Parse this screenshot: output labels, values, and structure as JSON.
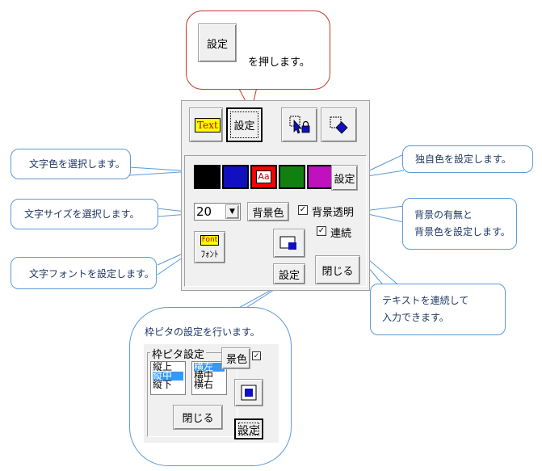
{
  "top_callout": {
    "button_label": "設定",
    "text": "を押します。"
  },
  "toolbar": {
    "text_button": "Text",
    "settings_button": "設定"
  },
  "colors": {
    "swatches": [
      "#000000",
      "#1010c0",
      "#ff0000",
      "#108010",
      "#c010c0"
    ],
    "aa_label": "Aa",
    "custom_button": "設定"
  },
  "font_size": {
    "value": "20",
    "arrow": "▼"
  },
  "bg_color_button": "背景色",
  "bg_transparent": {
    "label": "背景透明",
    "checked": true
  },
  "continuous": {
    "label": "連続",
    "checked": true
  },
  "font_button": {
    "badge": "Font",
    "label": "ﾌｫﾝﾄ"
  },
  "frame_settings_button": "設定",
  "close_button": "閉じる",
  "callouts": {
    "text_color": "文字色を選択します。",
    "custom_color": "独自色を設定します。",
    "text_size": "文字サイズを選択します。",
    "bg_line1": "背景の有無と",
    "bg_line2": "背景色を設定します。",
    "text_font": "文字フォントを設定します。",
    "cont_line1": "テキストを連続して",
    "cont_line2": "入力できます。",
    "frame_fit": "枠ピタの設定を行います。"
  },
  "frame_popup": {
    "title": "枠ピタ設定",
    "vertical": [
      "縦上",
      "縦中",
      "縦下"
    ],
    "horizontal": [
      "横左",
      "横中",
      "横右"
    ],
    "selected_vertical": "縦中",
    "selected_horizontal": "横左",
    "close_button": "閉じる",
    "settings_button": "設定",
    "behind_button_fragment": "景色"
  }
}
